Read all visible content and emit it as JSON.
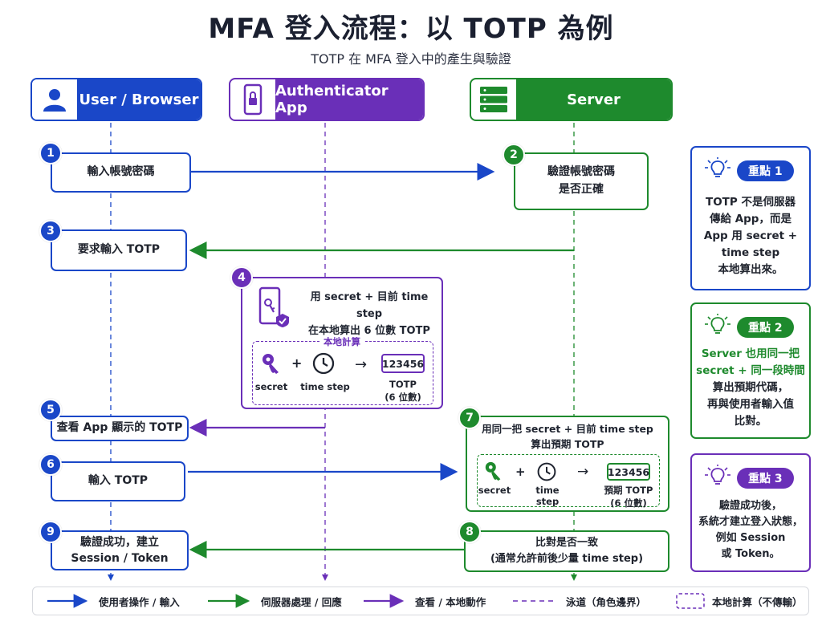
{
  "header": {
    "title": "MFA 登入流程：以 TOTP 為例",
    "subtitle": "TOTP 在 MFA 登入中的產生與驗證"
  },
  "lanes": [
    {
      "label": "User / Browser",
      "color": "#1a47c8",
      "icon": "user-icon"
    },
    {
      "label": "Authenticator App",
      "color": "#6a2fb8",
      "icon": "phone-lock-icon"
    },
    {
      "label": "Server",
      "color": "#1e8a2d",
      "icon": "server-icon"
    }
  ],
  "steps": [
    {
      "num": "1",
      "text": "輸入帳號密碼"
    },
    {
      "num": "2",
      "line1": "驗證帳號密碼",
      "line2": "是否正確"
    },
    {
      "num": "3",
      "text": "要求輸入 TOTP"
    },
    {
      "num": "4",
      "line1": "用 secret + 目前 time step",
      "line2": "在本地算出 6 位數 TOTP",
      "calc_label": "本地計算",
      "secret": "secret",
      "time": "time step",
      "code": "123456",
      "code_label1": "TOTP",
      "code_label2": "(6 位數)"
    },
    {
      "num": "5",
      "text": "查看 App 顯示的 TOTP"
    },
    {
      "num": "6",
      "text": "輸入 TOTP"
    },
    {
      "num": "7",
      "line1": "用同一把 secret + 目前 time step",
      "line2": "算出預期 TOTP",
      "secret": "secret",
      "time": "time step",
      "code": "123456",
      "code_label1": "預期 TOTP",
      "code_label2": "(6 位數)"
    },
    {
      "num": "8",
      "line1": "比對是否一致",
      "line2": "(通常允許前後少量 time step)"
    },
    {
      "num": "9",
      "line1": "驗證成功，建立",
      "line2": "Session / Token"
    }
  ],
  "notes": [
    {
      "pill": "重點 1",
      "lines": [
        "TOTP 不是伺服器",
        "傳給 App，而是",
        "App 用 secret +",
        "time step",
        "本地算出來。"
      ],
      "color": "#1a47c8"
    },
    {
      "pill": "重點 2",
      "lines": [
        "Server 也用同一把",
        "secret + 同一段時間",
        "算出預期代碼，",
        "再與使用者輸入值",
        "比對。"
      ],
      "color": "#1e8a2d"
    },
    {
      "pill": "重點 3",
      "lines": [
        "驗證成功後，",
        "系統才建立登入狀態，",
        "例如 Session",
        "或 Token。"
      ],
      "color": "#6a2fb8"
    }
  ],
  "legend": {
    "user": "使用者操作 / 輸入",
    "server": "伺服器處理 / 回應",
    "view": "查看 / 本地動作",
    "lane": "泳道（角色邊界）",
    "local": "本地計算（不傳輸）"
  },
  "colors": {
    "blue": "#1a47c8",
    "green": "#1e8a2d",
    "purple": "#6a2fb8"
  }
}
